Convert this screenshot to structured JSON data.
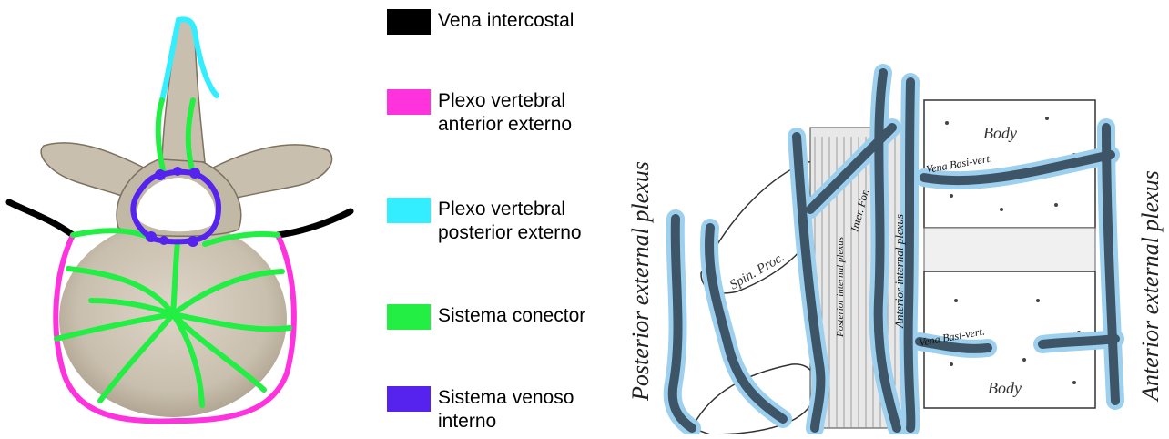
{
  "legend": {
    "items": [
      {
        "label": "Vena intercostal",
        "color": "#000000"
      },
      {
        "label": "Plexo vertebral\nanterior externo",
        "color": "#ff33dd"
      },
      {
        "label": "Plexo vertebral\nposterior externo",
        "color": "#33eeff"
      },
      {
        "label": "Sistema conector",
        "color": "#22ee44"
      },
      {
        "label": "Sistema venoso\ninterno",
        "color": "#5522ee"
      }
    ]
  },
  "gray_diagram": {
    "posterior_label": "Posterior external plexus",
    "anterior_label": "Anterior external plexus",
    "posterior_internal_label": "Posterior internal plexus",
    "anterior_internal_label": "Anterior internal plexus",
    "body_label": "Body",
    "spin_proc_label": "Spin. Proc.",
    "inter_for_label": "Inter. For.",
    "vena_basi_vert_label": "Vena Basi-vert."
  },
  "colors": {
    "bone": "#cfc6b8",
    "bone_shadow": "#8a7f6e",
    "vein_dark": "#3d5566",
    "vein_halo": "#9cd0ee"
  }
}
